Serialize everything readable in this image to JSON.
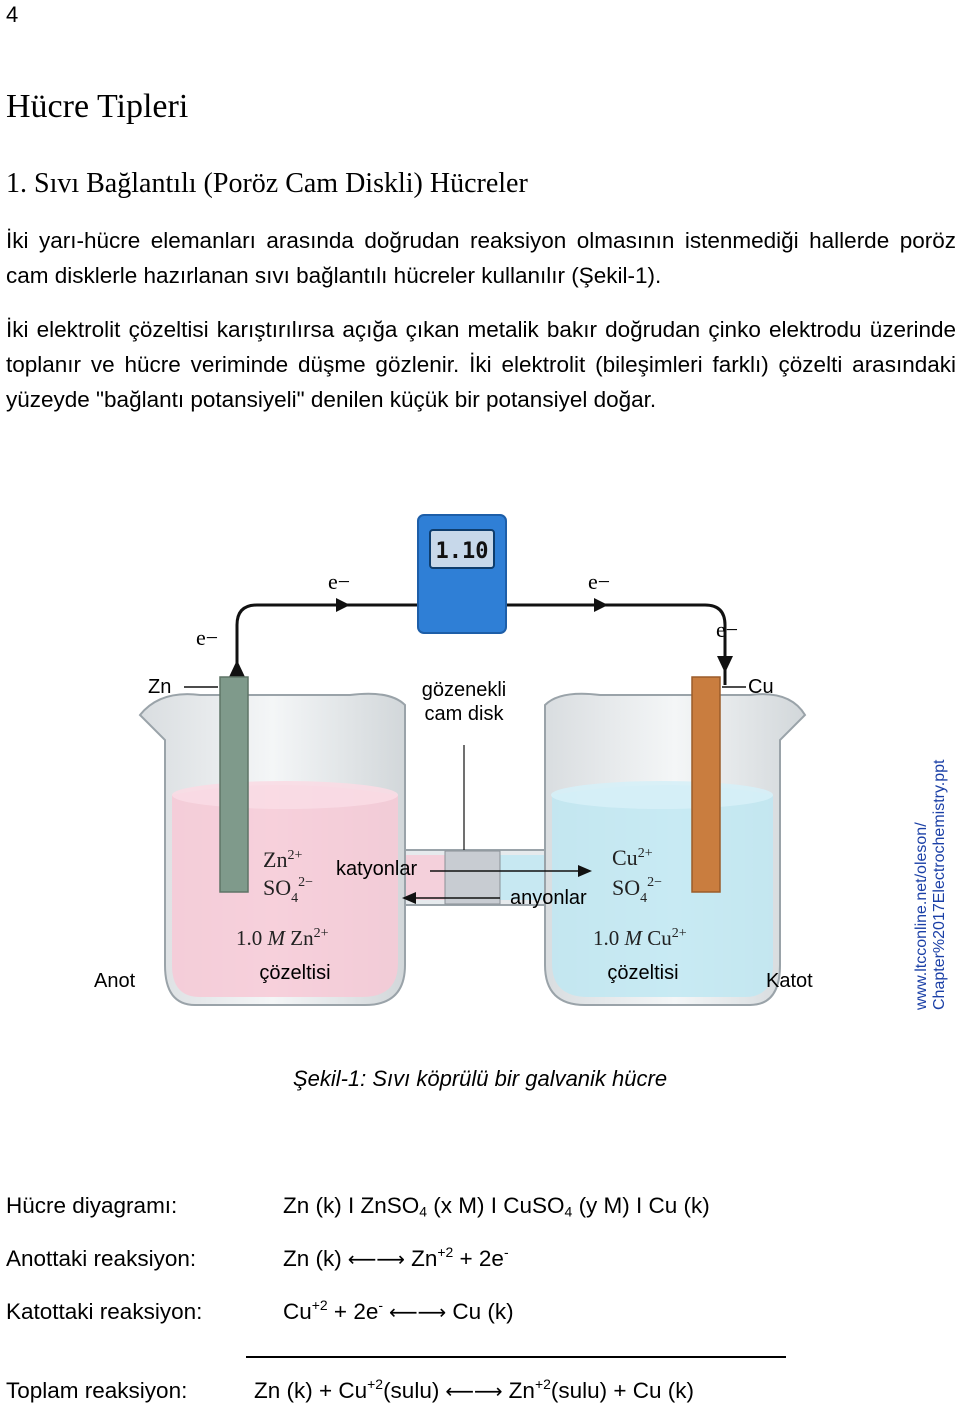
{
  "page": {
    "number": "4",
    "title": "Hücre Tipleri",
    "section_heading": "1. Sıvı Bağlantılı (Poröz Cam Diskli) Hücreler",
    "paragraphs": [
      "İki yarı-hücre elemanları arasında doğrudan reaksiyon olmasının istenmediği hallerde poröz cam disklerle hazırlanan sıvı bağlantılı hücreler kullanılır (Şekil-1).",
      "İki elektrolit çözeltisi karıştırılırsa açığa çıkan metalik bakır doğrudan çinko elektrodu üzerinde toplanır ve hücre veriminde düşme gözlenir. İki elektrolit (bileşimleri farklı) çözelti arasındaki yüzeyde \"bağlantı potansiyeli\" denilen küçük bir potansiyel doğar."
    ]
  },
  "figure": {
    "meter_reading": "1.10",
    "electron_labels": [
      "e−",
      "e−",
      "e−",
      "e−"
    ],
    "electrode_left": "Zn",
    "electrode_right": "Cu",
    "disk_label_line1": "gözenekli",
    "disk_label_line2": "cam disk",
    "left_ion1_base": "Zn",
    "left_ion1_charge": "2+",
    "left_ion2_base": "SO",
    "left_ion2_sub": "4",
    "left_ion2_charge": "2−",
    "right_ion1_base": "Cu",
    "right_ion1_charge": "2+",
    "right_ion2_base": "SO",
    "right_ion2_sub": "4",
    "right_ion2_charge": "2−",
    "cations_label": "katyonlar",
    "anions_label": "anyonlar",
    "left_conc_prefix": "1.0 ",
    "left_conc_unit": "M",
    "left_conc_species": " Zn",
    "left_conc_charge": "2+",
    "right_conc_prefix": "1.0 ",
    "right_conc_unit": "M",
    "right_conc_species": " Cu",
    "right_conc_charge": "2+",
    "solution_left": "çözeltisi",
    "solution_right": "çözeltisi",
    "anode_label": "Anot",
    "cathode_label": "Katot",
    "source_line1": "www.ltcconline.net/oleson/",
    "source_line2": "Chapter%2017Electrochemistry.ppt",
    "colors": {
      "meter_body": "#2f7fd6",
      "meter_screen": "#c7d8ea",
      "zinc_electrode": "#7f9a8b",
      "copper_electrode": "#c97d3f",
      "left_solution": "#f7c9d6",
      "right_solution": "#bfe7f2"
    }
  },
  "caption": "Şekil-1: Sıvı köprülü bir galvanik hücre",
  "equations": {
    "diagram_label": "Hücre diyagramı:",
    "diagram_a": "Zn (k) I ZnSO",
    "diagram_a_sub": "4",
    "diagram_b": " (x M) I CuSO",
    "diagram_b_sub": "4",
    "diagram_c": " (y M) I Cu (k)",
    "anode_label": "Anottaki reaksiyon:",
    "anode_left": "Zn (k)",
    "anode_right": "Zn",
    "anode_right_sup": "+2",
    "anode_tail": " + 2e",
    "anode_tail_sup": "-",
    "cathode_label": "Katottaki reaksiyon:",
    "cathode_left": "Cu",
    "cathode_left_sup": "+2",
    "cathode_mid": " + 2e",
    "cathode_mid_sup": "-",
    "cathode_right": "Cu (k)",
    "total_label": "Toplam reaksiyon:",
    "total_a": "Zn (k) + Cu",
    "total_a_sup": "+2",
    "total_b": "(sulu)",
    "total_c": "Zn",
    "total_c_sup": "+2",
    "total_d": "(sulu) + Cu (k)",
    "arrow_glyph": "⟵⟶"
  }
}
